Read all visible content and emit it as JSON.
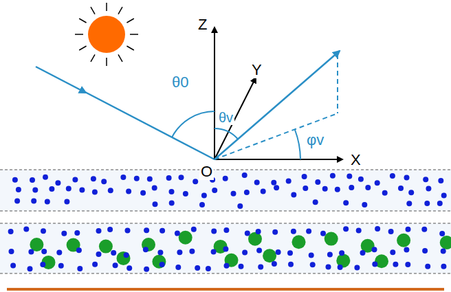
{
  "diagram": {
    "labels": [
      "Z",
      "Y",
      "θ0",
      "θv",
      "O",
      "φv",
      "X"
    ]
  }
}
